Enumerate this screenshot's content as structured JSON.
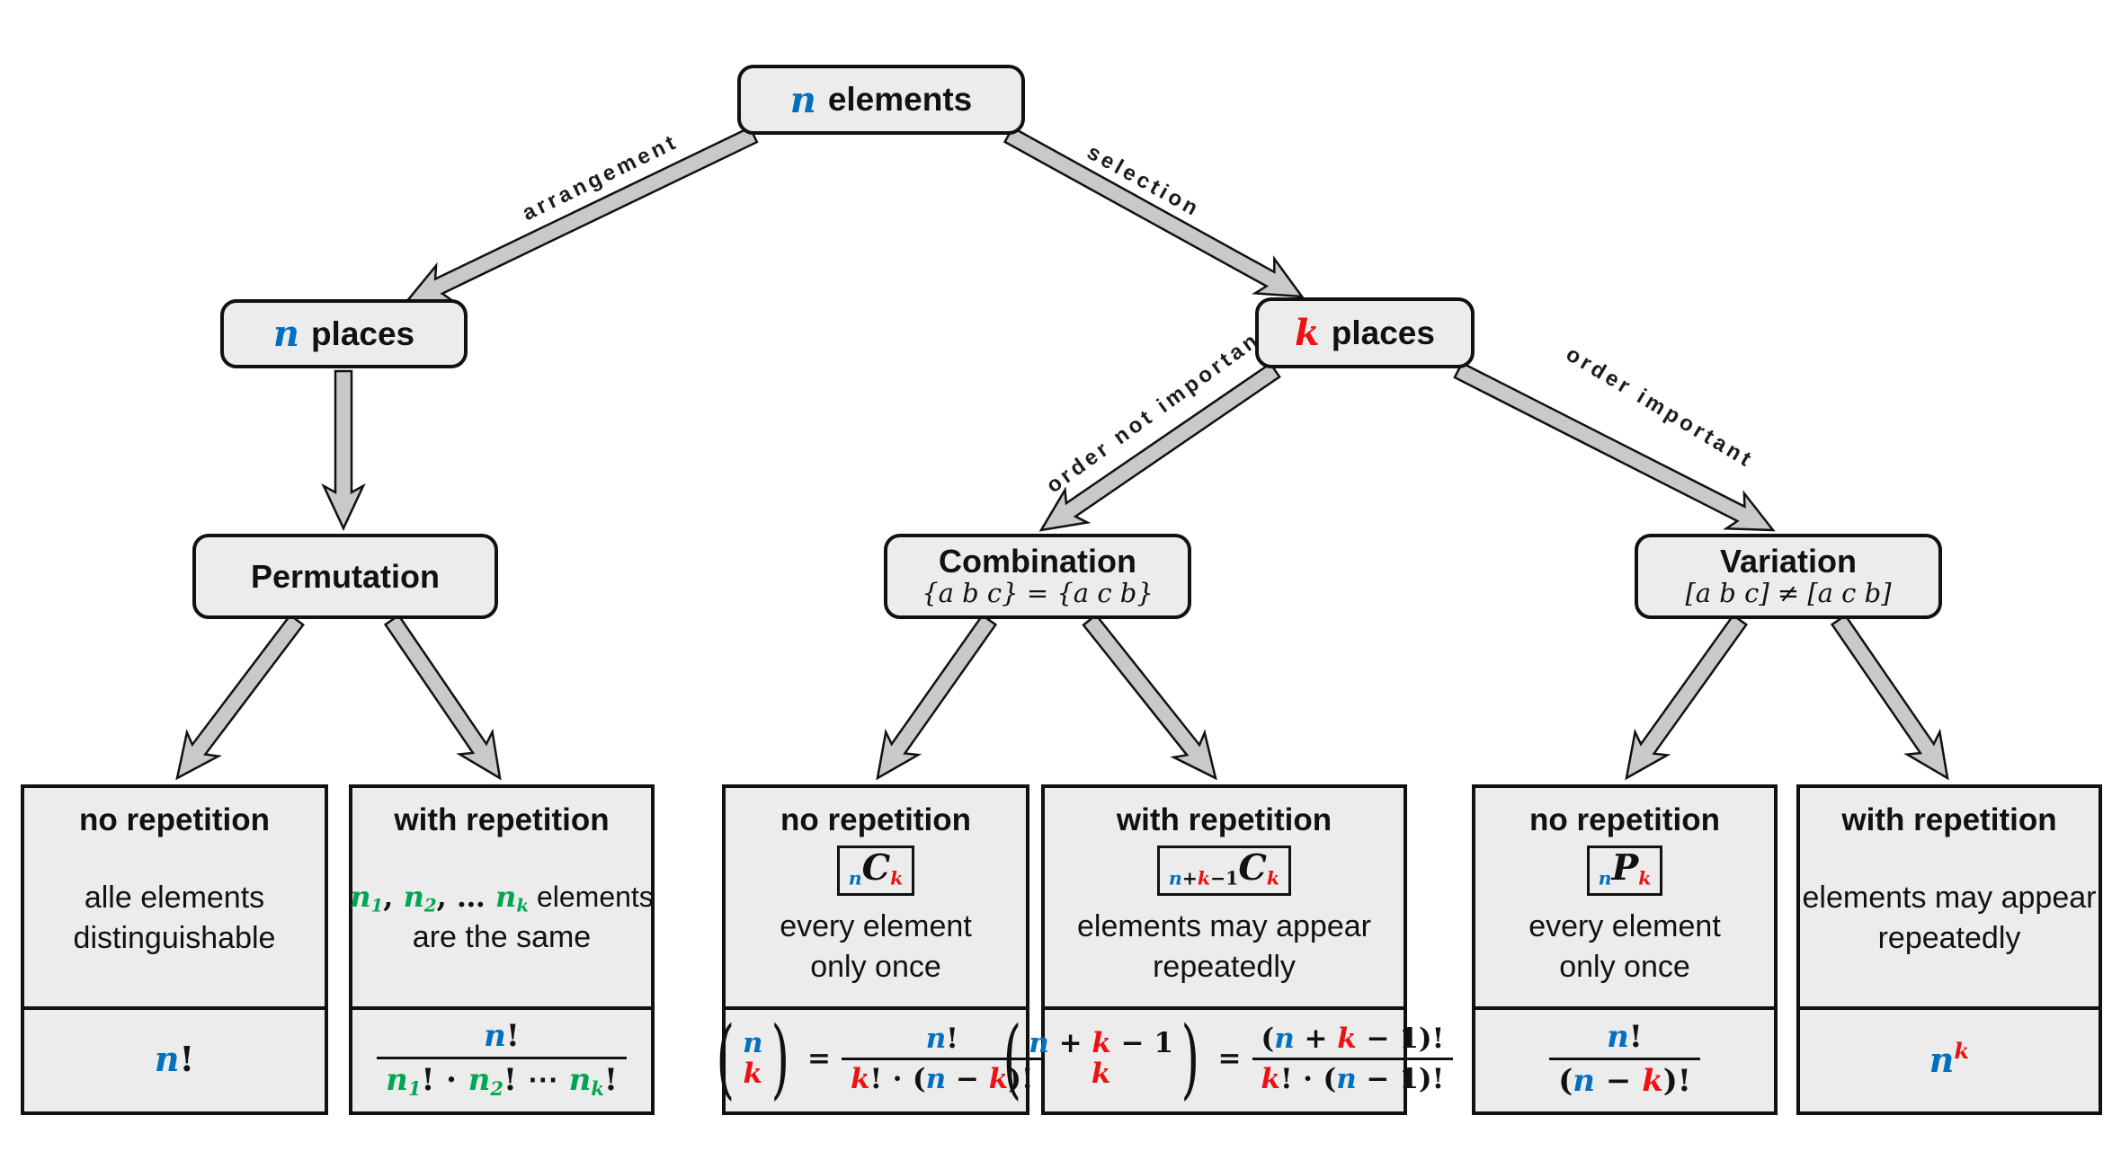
{
  "colors": {
    "blue": "#0070C0",
    "red": "#EE1111",
    "green": "#00A651",
    "box_fill": "#ECECEC",
    "arrow_fill": "#C9C9C9",
    "line": "#111111"
  },
  "symbols": {
    "paren_l": "(",
    "paren_r": ")",
    "eq": "="
  },
  "root": {
    "var": "n",
    "label": "elements"
  },
  "edges": {
    "arrangement": "arrangement",
    "selection": "selection",
    "order_not": "order not important",
    "order_yes": "order important"
  },
  "level2": {
    "n_places": {
      "var": "n",
      "label": "places"
    },
    "k_places": {
      "var": "k",
      "label": "places"
    }
  },
  "level3": {
    "permutation": {
      "title": "Permutation"
    },
    "combination": {
      "title": "Combination",
      "note": "{a b c} = {a c b}"
    },
    "variation": {
      "title": "Variation",
      "note": "[a b c] ≠ [a c b]"
    }
  },
  "leaves": {
    "perm_no": {
      "title": "no repetition",
      "desc": [
        "alle elements",
        "distinguishable"
      ],
      "formula": [
        {
          "t": "n",
          "c": "vb"
        },
        {
          "t": "!",
          "c": "pl"
        }
      ]
    },
    "perm_with": {
      "title": "with repetition",
      "desc_line1": [
        {
          "t": "n",
          "c": "vg"
        },
        {
          "t": "1",
          "c": "vg sb"
        },
        {
          "t": ", ",
          "c": "pl"
        },
        {
          "t": "n",
          "c": "vg"
        },
        {
          "t": "2",
          "c": "vg sb"
        },
        {
          "t": ", ",
          "c": "pl"
        },
        {
          "t": "… ",
          "c": "pl"
        },
        {
          "t": "n",
          "c": "vg"
        },
        {
          "t": "k",
          "c": "vg sb"
        },
        {
          "t": " elements",
          "c": "txt"
        }
      ],
      "desc_line2": "are the same",
      "num": [
        {
          "t": "n",
          "c": "vb"
        },
        {
          "t": "!",
          "c": "pl"
        }
      ],
      "den": [
        {
          "t": "n",
          "c": "vg"
        },
        {
          "t": "1",
          "c": "vg sb"
        },
        {
          "t": "! ",
          "c": "pl"
        },
        {
          "t": "⋅ ",
          "c": "pl"
        },
        {
          "t": "n",
          "c": "vg"
        },
        {
          "t": "2",
          "c": "vg sb"
        },
        {
          "t": "! ",
          "c": "pl"
        },
        {
          "t": "⋯ ",
          "c": "pl"
        },
        {
          "t": "n",
          "c": "vg"
        },
        {
          "t": "k",
          "c": "vg sb"
        },
        {
          "t": "!",
          "c": "pl"
        }
      ]
    },
    "comb_no": {
      "title": "no repetition",
      "badge": [
        {
          "t": "n",
          "c": "vb sb"
        },
        {
          "t": "C",
          "c": "bigC"
        },
        {
          "t": "k",
          "c": "vr sb"
        }
      ],
      "desc": [
        "every element",
        "only once"
      ],
      "binom_top": [
        {
          "t": "n",
          "c": "vb"
        }
      ],
      "binom_bottom": [
        {
          "t": "k",
          "c": "vr"
        }
      ],
      "num": [
        {
          "t": "n",
          "c": "vb"
        },
        {
          "t": "!",
          "c": "pl"
        }
      ],
      "den": [
        {
          "t": "k",
          "c": "vr"
        },
        {
          "t": "! ⋅ (",
          "c": "pl"
        },
        {
          "t": "n",
          "c": "vb"
        },
        {
          "t": " − ",
          "c": "pl"
        },
        {
          "t": "k",
          "c": "vr"
        },
        {
          "t": ")!",
          "c": "pl"
        }
      ]
    },
    "comb_with": {
      "title": "with repetition",
      "badge": [
        {
          "t": "n",
          "c": "vb sb"
        },
        {
          "t": "+",
          "c": "pl sb"
        },
        {
          "t": "k",
          "c": "vr sb"
        },
        {
          "t": "−1",
          "c": "pl sb"
        },
        {
          "t": "C",
          "c": "bigC"
        },
        {
          "t": "k",
          "c": "vr sb"
        }
      ],
      "desc": [
        "elements may appear",
        "repeatedly"
      ],
      "binom_top": [
        {
          "t": "n",
          "c": "vb"
        },
        {
          "t": " + ",
          "c": "pl"
        },
        {
          "t": "k",
          "c": "vr"
        },
        {
          "t": " − ",
          "c": "pl"
        },
        {
          "t": "1",
          "c": "pl"
        }
      ],
      "binom_bottom": [
        {
          "t": "k",
          "c": "vr"
        }
      ],
      "num": [
        {
          "t": "(",
          "c": "pl"
        },
        {
          "t": "n",
          "c": "vb"
        },
        {
          "t": " + ",
          "c": "pl"
        },
        {
          "t": "k",
          "c": "vr"
        },
        {
          "t": " − ",
          "c": "pl"
        },
        {
          "t": "1",
          "c": "pl"
        },
        {
          "t": ")!",
          "c": "pl"
        }
      ],
      "den": [
        {
          "t": "k",
          "c": "vr"
        },
        {
          "t": "! ⋅ (",
          "c": "pl"
        },
        {
          "t": "n",
          "c": "vb"
        },
        {
          "t": " − ",
          "c": "pl"
        },
        {
          "t": "1",
          "c": "pl"
        },
        {
          "t": ")!",
          "c": "pl"
        }
      ]
    },
    "var_no": {
      "title": "no repetition",
      "badge": [
        {
          "t": "n",
          "c": "vb sb"
        },
        {
          "t": "P",
          "c": "bigC"
        },
        {
          "t": "k",
          "c": "vr sb"
        }
      ],
      "desc": [
        "every element",
        "only once"
      ],
      "num": [
        {
          "t": "n",
          "c": "vb"
        },
        {
          "t": "!",
          "c": "pl"
        }
      ],
      "den": [
        {
          "t": "(",
          "c": "pl"
        },
        {
          "t": "n",
          "c": "vb"
        },
        {
          "t": " − ",
          "c": "pl"
        },
        {
          "t": "k",
          "c": "vr"
        },
        {
          "t": ")!",
          "c": "pl"
        }
      ]
    },
    "var_with": {
      "title": "with repetition",
      "desc": [
        "elements may appear",
        "repeatedly"
      ],
      "formula": [
        {
          "t": "n",
          "c": "vb"
        },
        {
          "t": "k",
          "c": "vr sup"
        }
      ]
    }
  }
}
